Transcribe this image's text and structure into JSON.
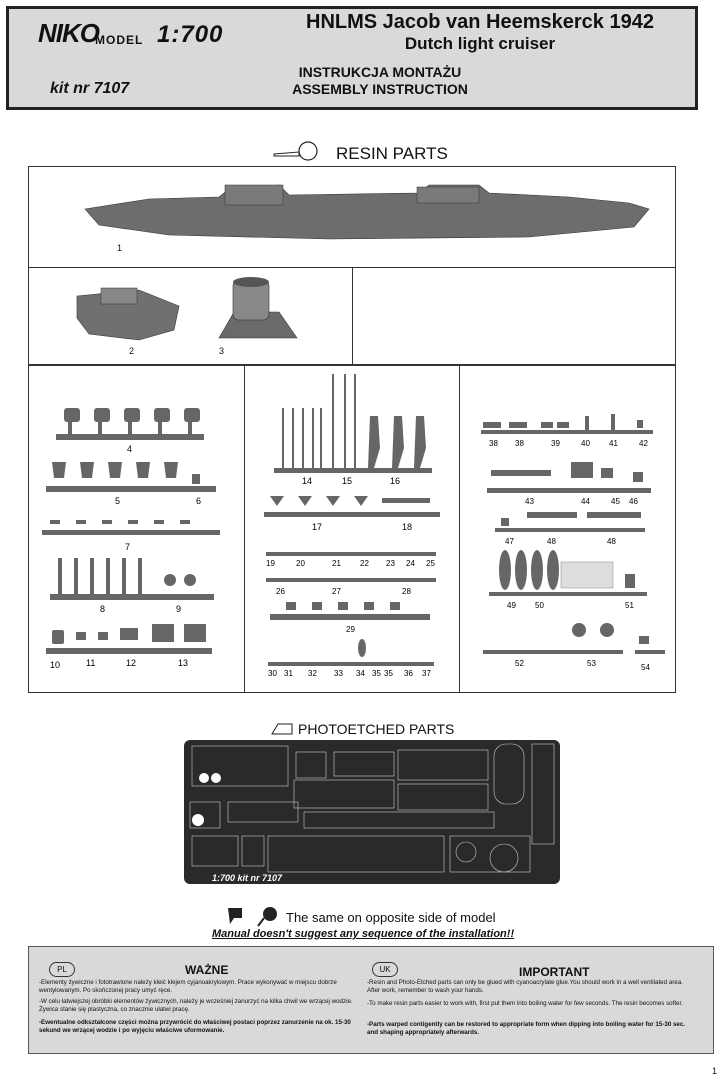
{
  "header": {
    "brand": "NIKO",
    "model_word": "MODEL",
    "scale": "1:700",
    "title": "HNLMS Jacob van Heemskerck 1942",
    "subtitle": "Dutch light cruiser",
    "kit_number": "kit nr 7107",
    "instruction_pl": "INSTRUKCJA MONTAŻU",
    "instruction_en": "ASSEMBLY INSTRUCTION"
  },
  "sections": {
    "resin": "RESIN PARTS",
    "photoetched": "PHOTOETCHED PARTS"
  },
  "notes": {
    "opposite_side": "The same on opposite side of model",
    "sequence": "Manual doesn't suggest any sequence of the installation!!"
  },
  "pe_fret_label": "1:700  kit nr 7107",
  "warning_pl": {
    "badge": "PL",
    "heading": "WAŻNE",
    "p1": "-Elementy żywiczne i fototrawione należy kleić klejem cyjanoakrylowym. Prace wykonywać w miejscu dobrze wentylowanym. Po skończonej pracy umyć ręce.",
    "p2": "-W celu łatwiejszej obróbki elementów żywicznych, należy je wcześniej zanurzyć na kilka chwil we wrzącej wodzie. Żywica stanie się plastyczna, co znacznie ułatwi pracę.",
    "p3": "-Ewentualne odkształcone części można przywrócić do właściwej postaci poprzez zanurzenie na ok. 15-30 sekund we wrzącej wodzie i po wyjęciu właściwe uformowanie."
  },
  "warning_uk": {
    "badge": "UK",
    "heading": "IMPORTANT",
    "p1": "-Resin and Photo-Etched parts can only be glued with cyanoacrylate glue.You should work in a well ventilated area. After work, remember to wash your hands.",
    "p2": "-To make resin parts easier to work with, first put them into boiling water for few seconds. The resin becomes softer.",
    "p3": "-Parts warped contigently can be restored to appropriate form when dipping into boiling water for 15-30 sec. and shaping appropriately afterwards."
  },
  "page_number": "1",
  "part_numbers": [
    "1",
    "2",
    "3",
    "4",
    "5",
    "6",
    "7",
    "8",
    "9",
    "10",
    "11",
    "12",
    "13",
    "14",
    "15",
    "16",
    "17",
    "18",
    "19",
    "20",
    "21",
    "22",
    "23",
    "24",
    "25",
    "26",
    "27",
    "28",
    "29",
    "30",
    "31",
    "32",
    "33",
    "34",
    "35",
    "35",
    "36",
    "37",
    "38",
    "38",
    "39",
    "40",
    "41",
    "42",
    "43",
    "44",
    "45",
    "46",
    "47",
    "48",
    "48",
    "49",
    "50",
    "51",
    "52",
    "53",
    "54"
  ]
}
